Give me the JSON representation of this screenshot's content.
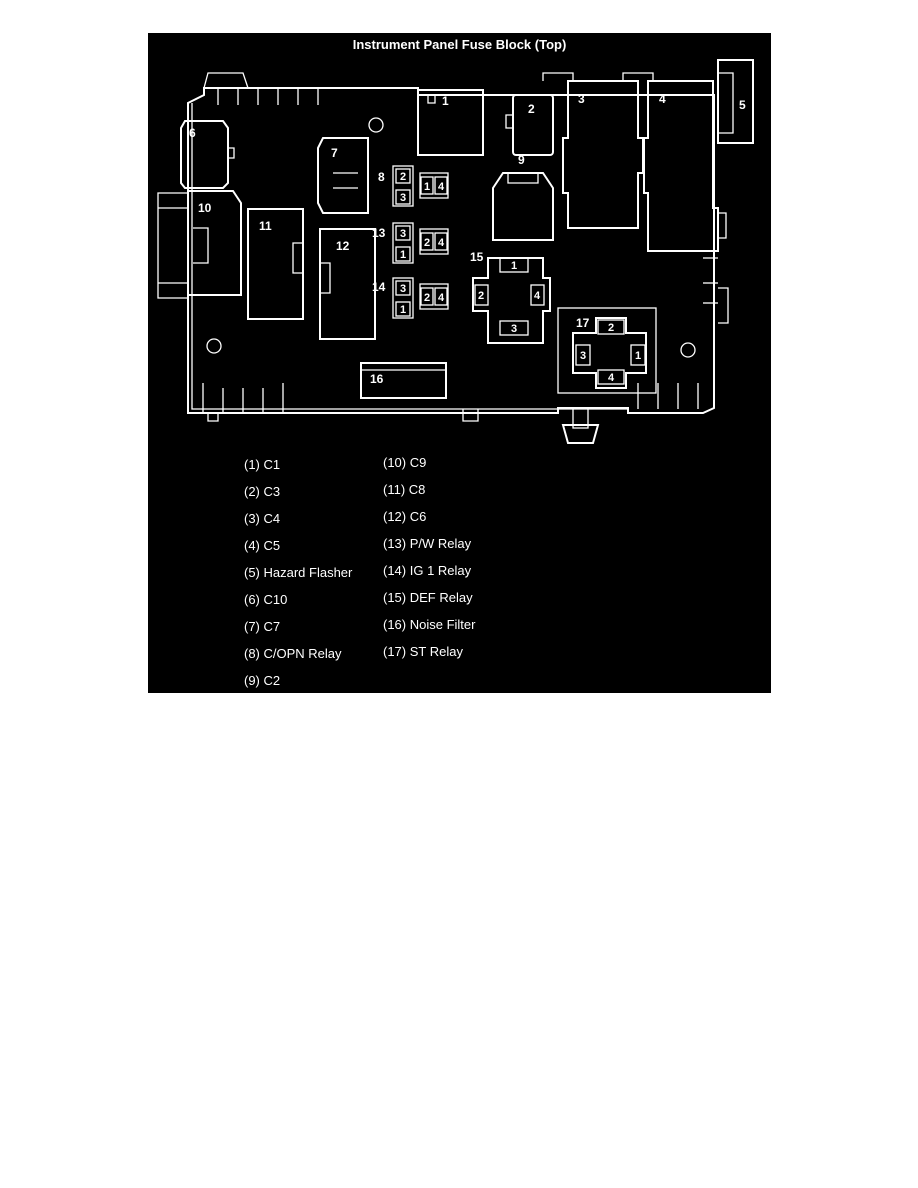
{
  "figure": {
    "title": "Instrument Panel Fuse Block (Top)",
    "component_labels": [
      "1",
      "2",
      "3",
      "4",
      "5",
      "6",
      "7",
      "8",
      "9",
      "10",
      "11",
      "12",
      "13",
      "14",
      "15",
      "16",
      "17"
    ],
    "relay_pins": {
      "r8": [
        "2",
        "3",
        "1",
        "4"
      ],
      "r13": [
        "3",
        "1",
        "2",
        "4"
      ],
      "r14": [
        "3",
        "1",
        "2",
        "4"
      ],
      "r15": [
        "1",
        "2",
        "4",
        "3"
      ],
      "r17": [
        "2",
        "3",
        "1",
        "4"
      ]
    }
  },
  "legend": {
    "left": [
      "(1) C1",
      "(2) C3",
      "(3) C4",
      "(4) C5",
      "(5) Hazard Flasher",
      "(6) C10",
      "(7) C7",
      "(8) C/OPN Relay",
      "(9) C2"
    ],
    "right": [
      "(10) C9",
      "(11) C8",
      "(12) C6",
      "(13) P/W Relay",
      "(14) IG 1 Relay",
      "(15) DEF Relay",
      "(16) Noise Filter",
      "(17) ST Relay"
    ]
  },
  "colors": {
    "background": "#000000",
    "line": "#ffffff"
  }
}
